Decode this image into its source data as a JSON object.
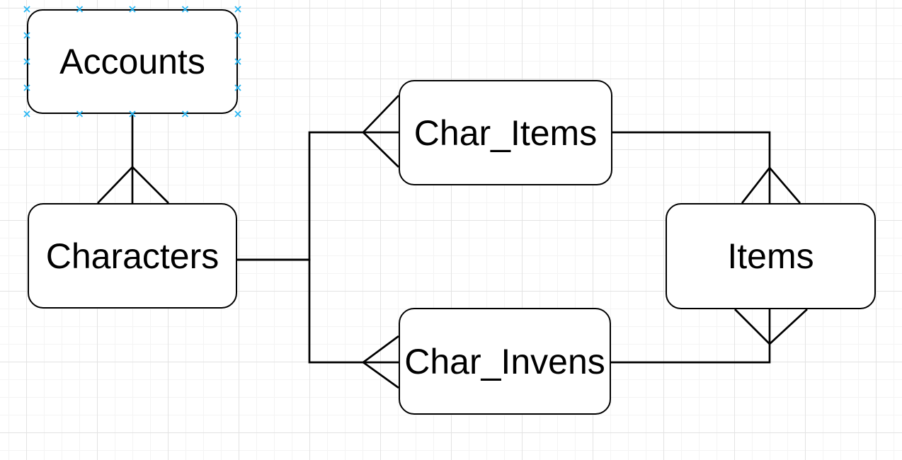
{
  "diagram": {
    "tool_style": "drawio-canvas",
    "selected_node": "Accounts",
    "nodes": [
      {
        "id": "accounts",
        "label": "Accounts",
        "selected": true
      },
      {
        "id": "characters",
        "label": "Characters",
        "selected": false
      },
      {
        "id": "char_items",
        "label": "Char_Items",
        "selected": false
      },
      {
        "id": "char_invens",
        "label": "Char_Invens",
        "selected": false
      },
      {
        "id": "items",
        "label": "Items",
        "selected": false
      }
    ],
    "edges": [
      {
        "from": "Accounts",
        "to": "Characters",
        "marker": "crows-foot-many",
        "marker_at": "Characters"
      },
      {
        "from": "Characters",
        "to": "Char_Items",
        "marker": "crows-foot-many",
        "marker_at": "Char_Items"
      },
      {
        "from": "Characters",
        "to": "Char_Invens",
        "marker": "crows-foot-many",
        "marker_at": "Char_Invens"
      },
      {
        "from": "Char_Items",
        "to": "Items",
        "marker": "crows-foot-many",
        "marker_at": "Items"
      },
      {
        "from": "Char_Invens",
        "to": "Items",
        "marker": "crows-foot-many",
        "marker_at": "Items"
      }
    ],
    "colors": {
      "background": "#ffffff",
      "grid_minor": "#f4f4f4",
      "grid_major": "#e3e3e3",
      "node_fill": "#ffffff",
      "node_stroke": "#000000",
      "edge_stroke": "#000000",
      "text": "#000000",
      "selection_handle": "#29b6f2"
    }
  }
}
